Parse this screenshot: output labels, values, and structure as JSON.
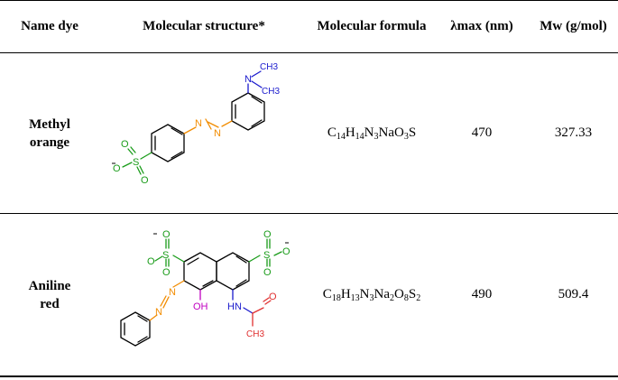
{
  "headers": {
    "name_dye": "Name dye",
    "structure": "Molecular structure*",
    "formula": "Molecular formula",
    "lambda": "λmax (nm)",
    "mw": "Mw (g/mol)"
  },
  "rows": [
    {
      "name_line1": "Methyl",
      "name_line2": "orange",
      "formula_parts": [
        "C",
        "14",
        "H",
        "14",
        "N",
        "3",
        "NaO",
        "3",
        "S"
      ],
      "lambda": "470",
      "mw": "327.33",
      "structure_labels": {
        "n1": "N",
        "n2": "N",
        "nme": "N",
        "ch3a": "CH3",
        "ch3b": "CH3",
        "s": "S",
        "o1": "O",
        "o2": "O",
        "o3": "O"
      }
    },
    {
      "name_line1": "Aniline",
      "name_line2": "red",
      "formula_parts": [
        "C",
        "18",
        "H",
        "13",
        "N",
        "3",
        "Na",
        "2",
        "O",
        "8",
        "S",
        "2"
      ],
      "lambda": "490",
      "mw": "509.4",
      "structure_labels": {
        "s": "S",
        "o": "O",
        "oh": "OH",
        "hn": "HN",
        "n": "N",
        "ch3": "CH3"
      }
    }
  ],
  "colors": {
    "azo": "#f28c00",
    "amine": "#1a1acd",
    "sulfonate": "#1a9c1a",
    "hydroxyl": "#c000c0",
    "acetyl": "#e03030",
    "bond": "#000000"
  }
}
